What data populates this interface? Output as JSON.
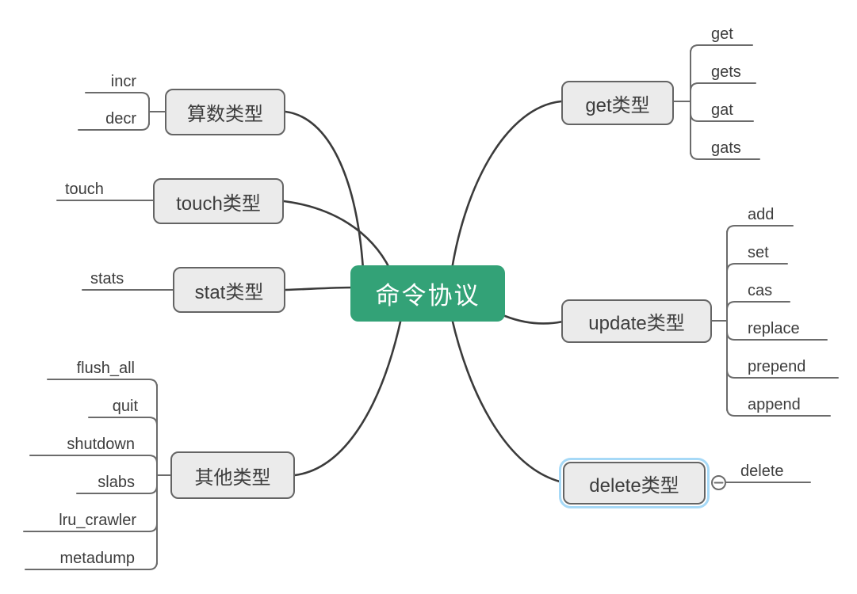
{
  "diagram": {
    "root": {
      "label": "命令协议"
    },
    "branches": [
      {
        "label": "算数类型",
        "children": [
          "incr",
          "decr"
        ]
      },
      {
        "label": "touch类型",
        "children": [
          "touch"
        ]
      },
      {
        "label": "stat类型",
        "children": [
          "stats"
        ]
      },
      {
        "label": "其他类型",
        "children": [
          "flush_all",
          "quit",
          "shutdown",
          "slabs",
          "lru_crawler",
          "metadump"
        ]
      },
      {
        "label": "get类型",
        "children": [
          "get",
          "gets",
          "gat",
          "gats"
        ]
      },
      {
        "label": "update类型",
        "children": [
          "add",
          "set",
          "cas",
          "replace",
          "prepend",
          "append"
        ]
      },
      {
        "label": "delete类型",
        "children": [
          "delete"
        ],
        "selected": true
      }
    ],
    "collapse_handle": {
      "state": "expanded",
      "glyph": "−"
    },
    "colors": {
      "root_bg": "#33a277",
      "root_text": "#ffffff",
      "node_bg": "#ebebeb",
      "node_border": "#646464",
      "node_text": "#3d3d3d",
      "branch_line": "#3b3b3b",
      "leaf_line": "#6b6b6b",
      "selection_ring": "#a6d9f7"
    }
  }
}
